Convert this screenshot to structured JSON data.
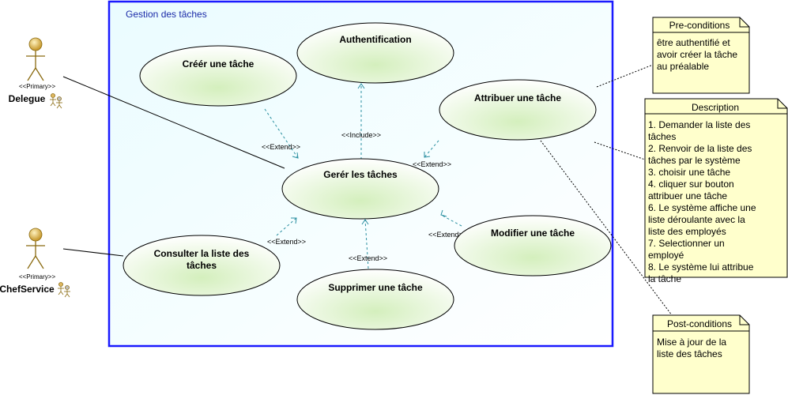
{
  "system": {
    "title": "Gestion des tâches"
  },
  "actors": {
    "delegue": {
      "stereotype": "<<Primary>>",
      "name": "Delegue"
    },
    "chef": {
      "stereotype": "<<Primary>>",
      "name": "ChefService"
    }
  },
  "use_cases": {
    "auth": "Authentification",
    "creer": "Créér une tâche",
    "attribuer": "Attribuer une tâche",
    "gerer": "Gerér les tâches",
    "consulter_1": "Consulter la liste des",
    "consulter_2": "tâches",
    "modifier": "Modifier une tâche",
    "supprimer": "Supprimer une tâche"
  },
  "relations": {
    "include": "<<Include>>",
    "extend": "<<Extend>>"
  },
  "notes": {
    "pre": {
      "title": "Pre-conditions",
      "lines": [
        "être authentifié et",
        "avoir créer la tâche",
        "au préalable"
      ]
    },
    "description": {
      "title": "Description",
      "lines": [
        "1. Demander la liste des tâches",
        "2. Renvoir de la liste des tâches par le système",
        "3. choisir une tâche",
        "4. cliquer sur bouton attribuer une tâche",
        "6. Le système affiche une liste déroulante avec la liste des employés",
        "7. Selectionner un employé",
        "8. Le système lui attribue la tâche"
      ]
    },
    "post": {
      "title": "Post-conditions",
      "lines": [
        "Mise à jour de la",
        "liste des tâches"
      ]
    }
  },
  "colors": {
    "system_border": "#1a1aff",
    "system_fill": "#f2ffff",
    "usecase_fill": "#e8f6d8",
    "note_fill": "#ffffcc",
    "actor": "#c8a030",
    "dep_line": "#2a8fa0"
  }
}
